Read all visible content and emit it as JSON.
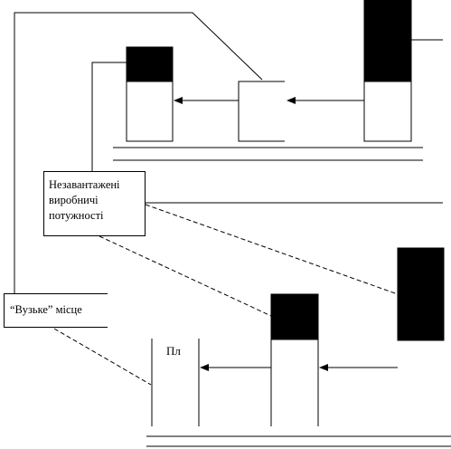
{
  "labels": {
    "unloaded_capacity": "Незавантажені виробничі потужності",
    "bottleneck": "“Вузьке” місце",
    "pl": "Пл"
  },
  "colors": {
    "line": "#000000",
    "fill_dark": "#000000",
    "background": "#ffffff"
  }
}
